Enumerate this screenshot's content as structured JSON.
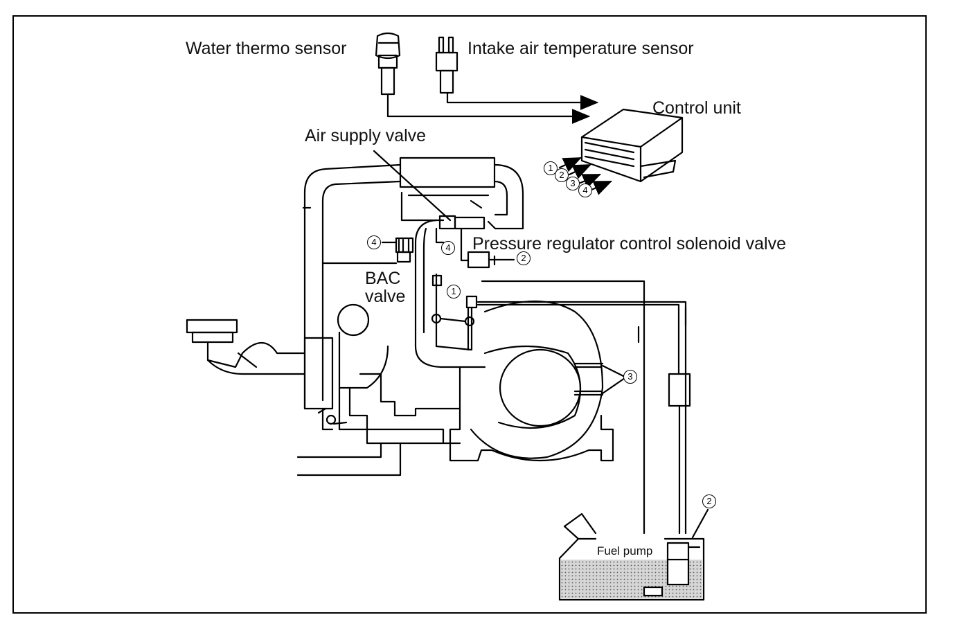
{
  "labels": {
    "water_thermo_sensor": "Water thermo sensor",
    "intake_air_temperature_sensor": "Intake air temperature sensor",
    "control_unit": "Control unit",
    "air_supply_valve": "Air supply valve",
    "pressure_regulator_control_solenoid_valve": "Pressure regulator control solenoid valve",
    "bac_valve_line1": "BAC",
    "bac_valve_line2": "valve",
    "fuel_pump": "Fuel pump"
  },
  "callouts": {
    "c1": "1",
    "c2": "2",
    "c3": "3",
    "c4": "4"
  },
  "colors": {
    "ink": "#000000",
    "paper": "#ffffff",
    "fuel_fill": "#bdbdbd"
  }
}
